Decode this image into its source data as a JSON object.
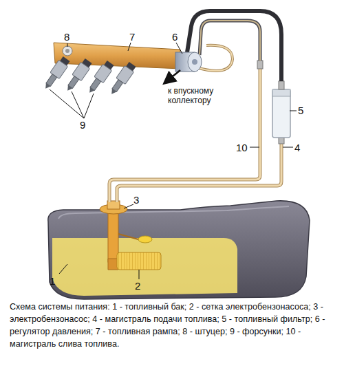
{
  "diagram": {
    "caption": "Схема системы питания: 1 - топливный бак; 2 - сетка электробензонасоса; 3 - электробензонасос; 4 - магистраль подачи топлива; 5 - топливный фильтр; 6 - регулятор давления; 7 - топливная рампа; 8 - штуцер; 9 - форсунки; 10 - магистраль слива топлива.",
    "labels": [
      "8",
      "7",
      "6",
      "к впускному коллектору",
      "9",
      "5",
      "3",
      "10",
      "4",
      "1",
      "2"
    ]
  }
}
